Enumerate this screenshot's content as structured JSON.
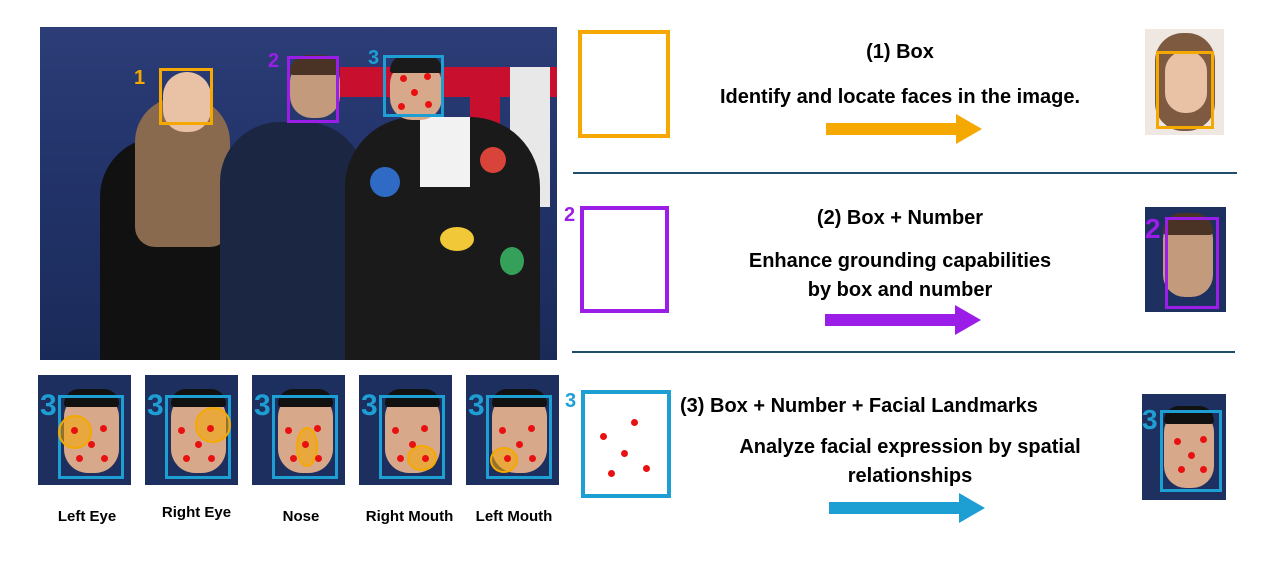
{
  "colors": {
    "orange": "#f5a800",
    "purple": "#9b1de8",
    "blue": "#1e9fd4",
    "red_dot": "#e81010",
    "divider": "#1f4e6b"
  },
  "photo": {
    "box_labels": [
      "1",
      "2",
      "3"
    ]
  },
  "thumbnails": [
    {
      "number": "3",
      "label": "Left Eye"
    },
    {
      "number": "3",
      "label": "Right Eye"
    },
    {
      "number": "3",
      "label": "Nose"
    },
    {
      "number": "3",
      "label": "Right Mouth"
    },
    {
      "number": "3",
      "label": "Left Mouth"
    }
  ],
  "rows": [
    {
      "number": "",
      "title": "(1) Box",
      "subtitle": [
        "Identify and locate faces in the image."
      ]
    },
    {
      "number": "2",
      "title": "(2) Box + Number",
      "subtitle": [
        "Enhance grounding capabilities",
        "by box and number"
      ],
      "result_number": "2"
    },
    {
      "number": "3",
      "title": "(3)  Box + Number + Facial Landmarks",
      "subtitle": [
        "Analyze facial expression by spatial",
        "relationships"
      ],
      "result_number": "3"
    }
  ]
}
